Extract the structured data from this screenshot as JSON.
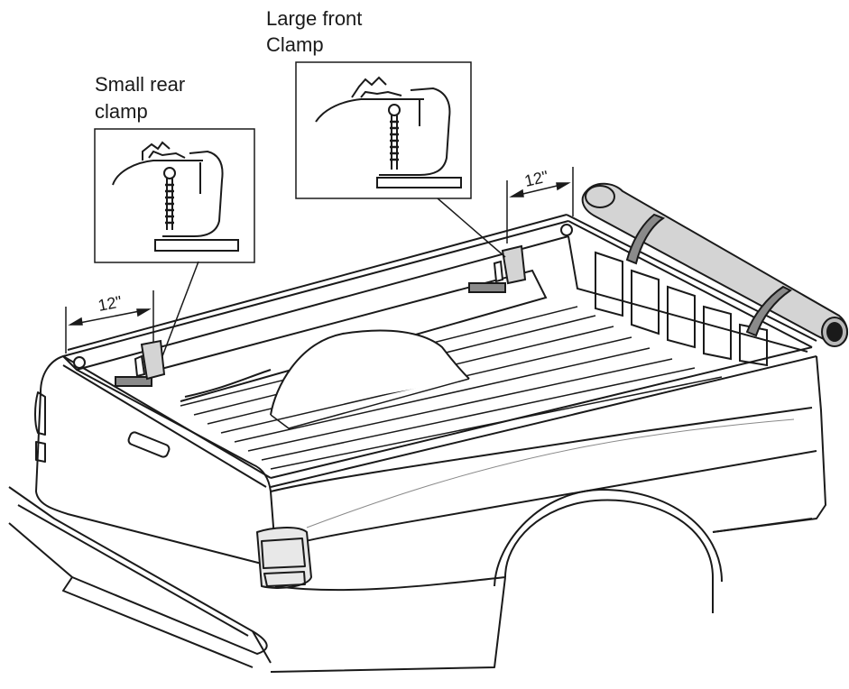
{
  "labels": {
    "rear_clamp_line1": "Small rear",
    "rear_clamp_line2": "clamp",
    "front_clamp_line1": "Large front",
    "front_clamp_line2": "Clamp",
    "rear_dimension": "12\"",
    "front_dimension": "12\""
  },
  "colors": {
    "ink": "#1a1a1a",
    "band": "#8a8a8a",
    "tonneau": "#d4d4d4",
    "light_grey": "#b8b8b8"
  }
}
